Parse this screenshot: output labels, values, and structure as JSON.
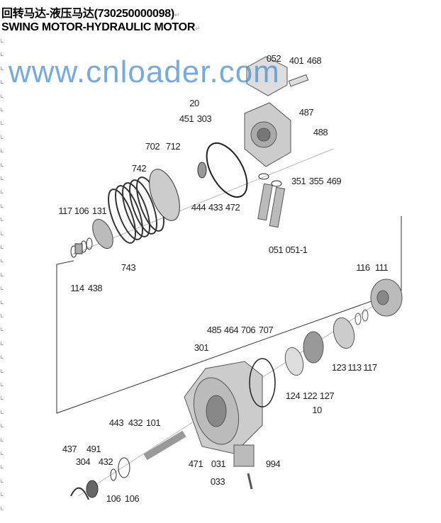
{
  "title_cn": "回转马达-液压马达(730250000098)",
  "title_en": "SWING MOTOR-HYDRAULIC MOTOR",
  "return_mark": "↵",
  "watermark": "www.cnloader.com",
  "part_labels": [
    "052",
    "401",
    "468",
    "20",
    "451",
    "303",
    "487",
    "488",
    "702",
    "712",
    "742",
    "351",
    "355",
    "469",
    "117",
    "106",
    "131",
    "444",
    "433",
    "472",
    "051",
    "051-1",
    "743",
    "114",
    "438",
    "116",
    "111",
    "485",
    "464",
    "706",
    "707",
    "301",
    "123",
    "113",
    "117",
    "124",
    "122",
    "127",
    "10",
    "443",
    "432",
    "101",
    "437",
    "491",
    "304",
    "432",
    "471",
    "031",
    "994",
    "106",
    "106",
    "033"
  ]
}
